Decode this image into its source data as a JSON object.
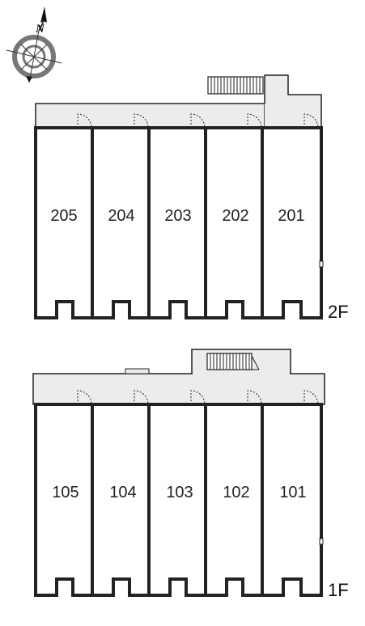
{
  "compass": {
    "north_label": "N",
    "icon": "compass-rose-icon"
  },
  "floors": [
    {
      "label": "2F",
      "units": [
        "205",
        "204",
        "203",
        "202",
        "201"
      ]
    },
    {
      "label": "1F",
      "units": [
        "105",
        "104",
        "103",
        "102",
        "101"
      ]
    }
  ],
  "colors": {
    "corridor": "#ececec",
    "wall": "#222222",
    "background": "#ffffff"
  }
}
